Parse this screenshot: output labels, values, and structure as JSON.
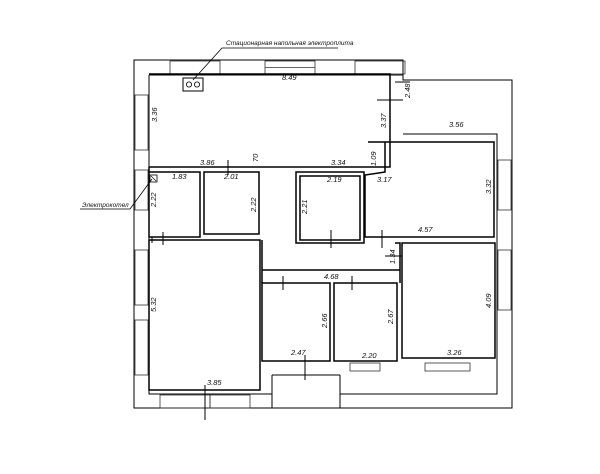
{
  "annotations": {
    "stove": "Стационарная напольная электроплита",
    "boiler": "Электрокотел"
  },
  "dimensions": {
    "top_room_width": "8.49",
    "top_room_height": "3.36",
    "top_room_right_height": "3.37",
    "corner_height": "2.48",
    "corner_width": "3.56",
    "left_wall_run": "3.86",
    "partition_stub": "70",
    "right_wall_run": "3.34",
    "boiler_room_width": "1.83",
    "boiler_room_height": "2.22",
    "small_room_width": "2.01",
    "small_room_height": "2.22",
    "bath_width": "2.19",
    "bath_height": "2.21",
    "room_e_width": "3.17",
    "room_e_depth_left": "1.09",
    "room_e_height": "3.32",
    "room_e_bottom": "4.57",
    "corridor_length": "4.68",
    "corridor_width": "1.34",
    "big_room_height": "5.32",
    "big_room_width": "3.85",
    "room_f_height": "2.66",
    "room_f_width": "2.47",
    "room_g_height": "2.67",
    "room_g_width": "2.20",
    "room_h_height": "4.09",
    "room_h_width": "3.26"
  },
  "colors": {
    "wall": "#000000",
    "window": "#333333",
    "background": "#ffffff"
  }
}
